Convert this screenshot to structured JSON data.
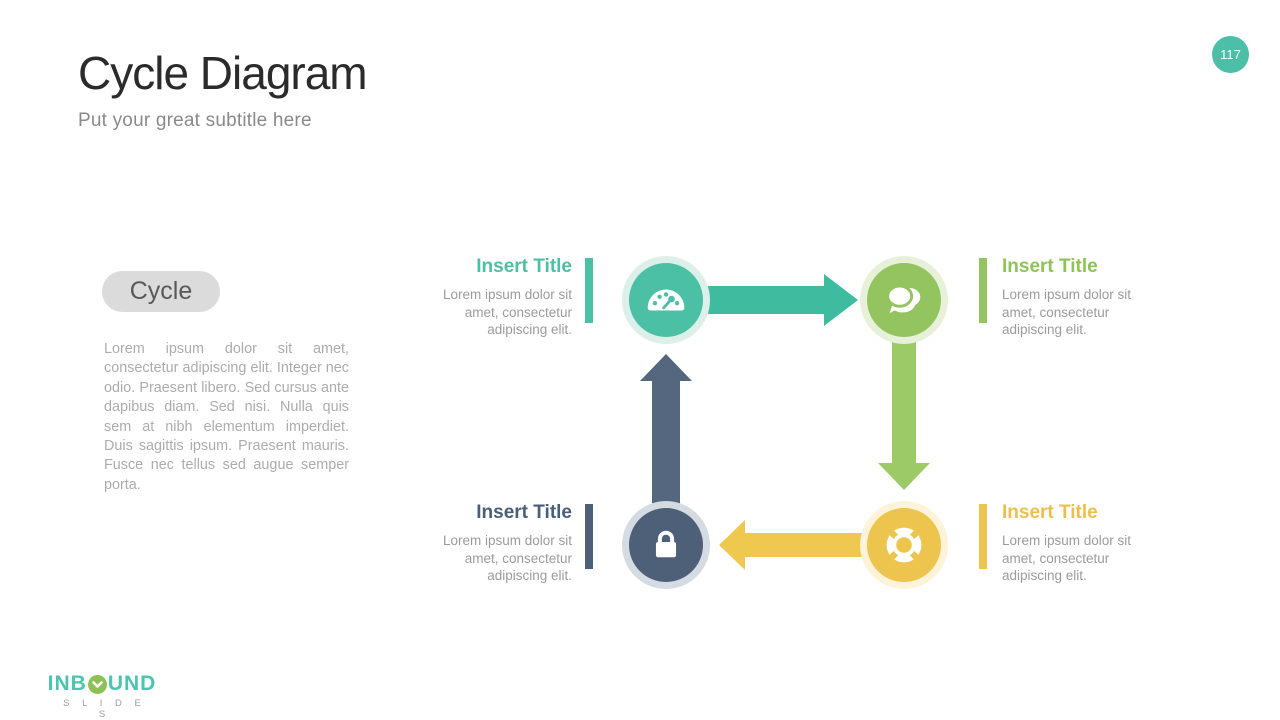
{
  "page": {
    "number": "117",
    "title": "Cycle Diagram",
    "subtitle": "Put your great subtitle here"
  },
  "left_panel": {
    "label": "Cycle",
    "paragraph": "Lorem ipsum dolor sit amet, consectetur adipiscing elit. Integer nec odio. Praesent libero. Sed cursus ante dapibus diam. Sed nisi. Nulla quis sem at nibh elementum imperdiet. Duis sagittis ipsum. Praesent mauris. Fusce nec tellus sed augue semper porta."
  },
  "diagram": {
    "steps": [
      {
        "position": "top-left",
        "icon": "gauge-icon",
        "color": "#4cc0a5",
        "halo": "#dcf0e9",
        "arrow_color": "#3fbca0",
        "title": "Insert Title",
        "description": "Lorem ipsum dolor sit amet, consectetur adipiscing elit."
      },
      {
        "position": "top-right",
        "icon": "chat-icon",
        "color": "#93c45f",
        "halo": "#e7f1d9",
        "arrow_color": "#9cca66",
        "title": "Insert Title",
        "description": "Lorem ipsum dolor sit amet, consectetur adipiscing elit."
      },
      {
        "position": "bottom-right",
        "icon": "lifesaver-icon",
        "color": "#ecc44e",
        "halo": "#fcf3d8",
        "arrow_color": "#eec84f",
        "title": "Insert Title",
        "description": "Lorem ipsum dolor sit amet, consectetur adipiscing elit."
      },
      {
        "position": "bottom-left",
        "icon": "lock-icon",
        "color": "#4d6078",
        "halo": "#d5dbe2",
        "arrow_color": "#54677e",
        "title": "Insert Title",
        "description": "Lorem ipsum dolor sit amet, consectetur adipiscing elit."
      }
    ]
  },
  "footer": {
    "logo_start": "INB",
    "logo_end": "UND",
    "logo_sub": "S L I D E S"
  },
  "colors": {
    "badge": "#4bbfa7",
    "teal": "#4cc0a5",
    "green": "#93c45f",
    "yellow": "#ecc44e",
    "slate": "#4d6078"
  }
}
